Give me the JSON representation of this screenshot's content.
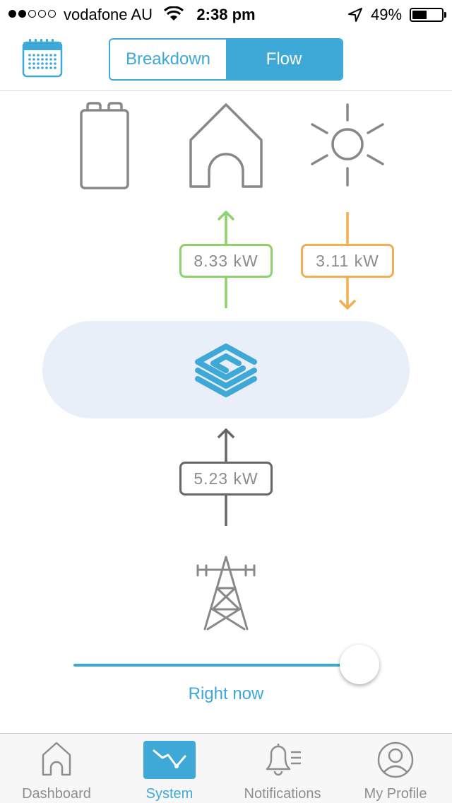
{
  "status_bar": {
    "carrier": "vodafone AU",
    "time": "2:38 pm",
    "battery_percent": "49%",
    "battery_level": 0.49,
    "signal_bars_filled": 2,
    "signal_bars_total": 5
  },
  "nav": {
    "calendar_icon": "calendar-icon",
    "segments": [
      {
        "label": "Breakdown",
        "active": false
      },
      {
        "label": "Flow",
        "active": true
      }
    ]
  },
  "flow": {
    "sources": {
      "battery_icon": "battery-icon",
      "home_icon": "home-icon",
      "solar_icon": "sun-icon",
      "grid_icon": "power-tower-icon",
      "hub_icon": "layers-logo-icon"
    },
    "home_power": "8.33 kW",
    "solar_power": "3.11 kW",
    "grid_power": "5.23 kW",
    "colors": {
      "home": "#8fd16a",
      "solar": "#f4ad51",
      "grid": "#666666",
      "accent": "#3ea8d6",
      "hub_bg": "#e9eff8"
    }
  },
  "slider": {
    "label": "Right now",
    "position": 1.0
  },
  "tabs": [
    {
      "label": "Dashboard",
      "icon": "home-icon",
      "active": false
    },
    {
      "label": "System",
      "icon": "chart-icon",
      "active": true
    },
    {
      "label": "Notifications",
      "icon": "bell-icon",
      "active": false
    },
    {
      "label": "My Profile",
      "icon": "user-icon",
      "active": false
    }
  ]
}
